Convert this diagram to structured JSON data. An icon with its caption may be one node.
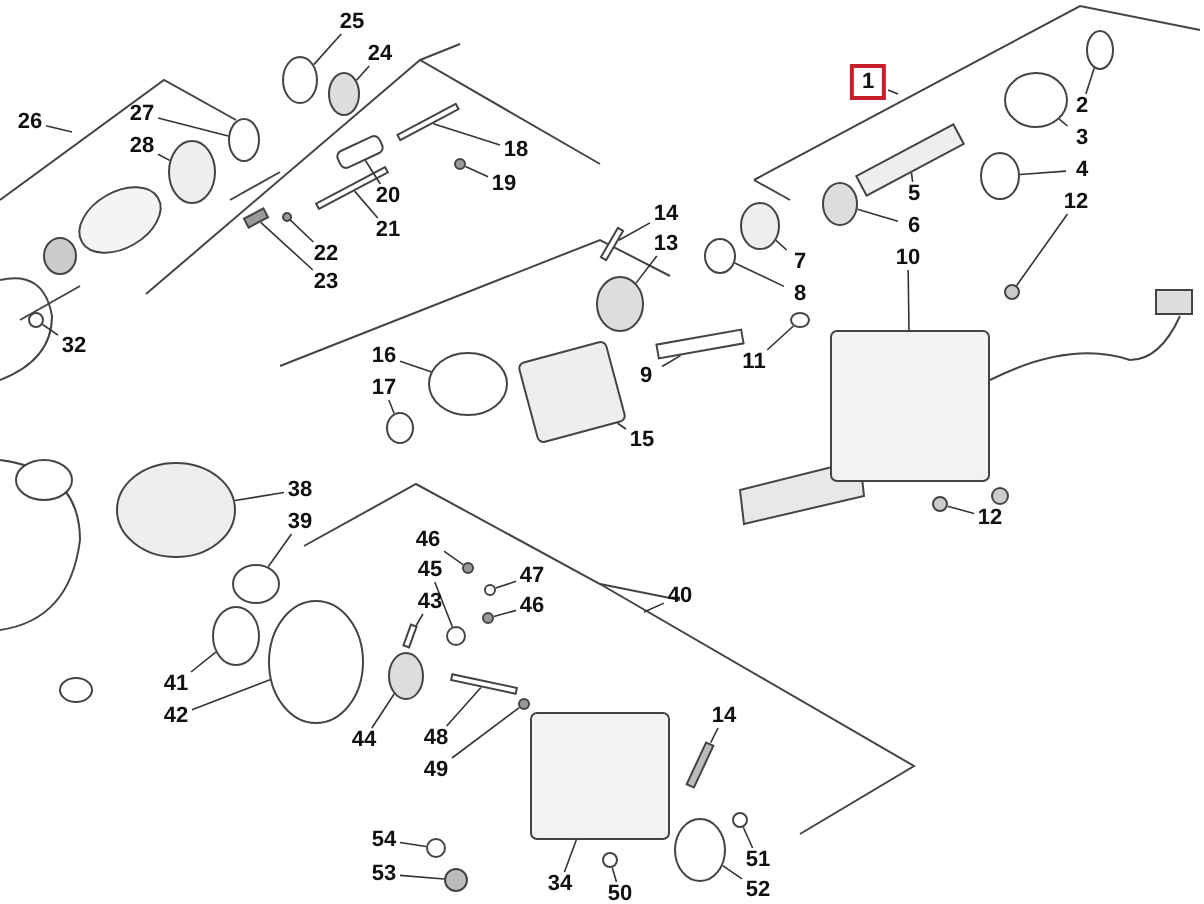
{
  "diagram": {
    "nodes": [
      {
        "text": [
          "25"
        ]
      },
      {
        "text": [
          "24"
        ]
      },
      {
        "text": [
          "27"
        ]
      },
      {
        "text": [
          "28"
        ]
      },
      {
        "text": [
          "26"
        ]
      },
      {
        "text": [
          "18"
        ]
      },
      {
        "text": [
          "19"
        ]
      },
      {
        "text": [
          "20"
        ]
      },
      {
        "text": [
          "21"
        ]
      },
      {
        "text": [
          "22"
        ]
      },
      {
        "text": [
          "23"
        ]
      },
      {
        "text": [
          "32"
        ]
      },
      {
        "text": [
          "1"
        ]
      },
      {
        "text": [
          "2"
        ]
      },
      {
        "text": [
          "3"
        ]
      },
      {
        "text": [
          "4"
        ]
      },
      {
        "text": [
          "5"
        ]
      },
      {
        "text": [
          "6"
        ]
      },
      {
        "text": [
          "7"
        ]
      },
      {
        "text": [
          "8"
        ]
      },
      {
        "text": [
          "14"
        ]
      },
      {
        "text": [
          "13"
        ]
      },
      {
        "text": [
          "12"
        ]
      },
      {
        "text": [
          "10"
        ]
      },
      {
        "text": [
          "9"
        ]
      },
      {
        "text": [
          "11"
        ]
      },
      {
        "text": [
          "15"
        ]
      },
      {
        "text": [
          "16"
        ]
      },
      {
        "text": [
          "17"
        ]
      },
      {
        "text": [
          "12"
        ]
      },
      {
        "text": [
          "38"
        ]
      },
      {
        "text": [
          "39"
        ]
      },
      {
        "text": [
          "40"
        ]
      },
      {
        "text": [
          "41"
        ]
      },
      {
        "text": [
          "42"
        ]
      },
      {
        "text": [
          "43"
        ]
      },
      {
        "text": [
          "45"
        ]
      },
      {
        "text": [
          "46"
        ]
      },
      {
        "text": [
          "47"
        ]
      },
      {
        "text": [
          "46"
        ]
      },
      {
        "text": [
          "44"
        ]
      },
      {
        "text": [
          "48"
        ]
      },
      {
        "text": [
          "49"
        ]
      },
      {
        "text": [
          "14"
        ]
      },
      {
        "text": [
          "51"
        ]
      },
      {
        "text": [
          "52"
        ]
      },
      {
        "text": [
          "50"
        ]
      },
      {
        "text": [
          "34"
        ]
      },
      {
        "text": [
          "54"
        ]
      },
      {
        "text": [
          "53"
        ]
      },
      {
        "text": [],
        "shape": "circle"
      },
      {
        "text": [],
        "shape": "circle"
      },
      {
        "text": [],
        "shape": "circle"
      },
      {
        "text": [],
        "shape": "circle"
      },
      {
        "text": [],
        "shape": "bar"
      },
      {
        "text": [],
        "shape": "circle"
      },
      {
        "text": [],
        "shape": "box"
      },
      {
        "text": [],
        "shape": "bar"
      },
      {
        "text": [],
        "shape": "circle"
      },
      {
        "text": [],
        "shape": "bar"
      },
      {
        "text": [],
        "shape": "circle"
      },
      {
        "text": [],
        "shape": "circle"
      },
      {
        "text": [],
        "shape": "circle"
      },
      {
        "text": [],
        "shape": "circle"
      },
      {
        "text": [],
        "shape": "bar"
      },
      {
        "text": [],
        "shape": "circle"
      },
      {
        "text": [],
        "shape": "circle"
      },
      {
        "text": [],
        "shape": "circle"
      },
      {
        "text": [],
        "shape": "bar"
      },
      {
        "text": [],
        "shape": "circle"
      },
      {
        "text": [],
        "shape": "circle"
      },
      {
        "text": [],
        "shape": "box"
      },
      {
        "text": [],
        "shape": "bar"
      },
      {
        "text": [],
        "shape": "circle"
      },
      {
        "text": [],
        "shape": "box"
      },
      {
        "text": [],
        "shape": "circle"
      },
      {
        "text": [],
        "shape": "circle"
      },
      {
        "text": [],
        "shape": "circle"
      },
      {
        "text": [],
        "shape": "circle"
      },
      {
        "text": [],
        "shape": "circle"
      },
      {
        "text": [],
        "shape": "circle"
      },
      {
        "text": [],
        "shape": "circle"
      },
      {
        "text": [],
        "shape": "bar"
      },
      {
        "text": [],
        "shape": "circle"
      },
      {
        "text": [],
        "shape": "circle"
      },
      {
        "text": [],
        "shape": "circle"
      },
      {
        "text": [],
        "shape": "circle"
      },
      {
        "text": [],
        "shape": "circle"
      },
      {
        "text": [],
        "shape": "bar"
      },
      {
        "text": [],
        "shape": "circle"
      },
      {
        "text": [],
        "shape": "bar"
      },
      {
        "text": [],
        "shape": "circle"
      },
      {
        "text": [],
        "shape": "circle"
      },
      {
        "text": [],
        "shape": "circle"
      },
      {
        "text": [],
        "shape": "box"
      },
      {
        "text": [],
        "shape": "circle"
      },
      {
        "text": [],
        "shape": "circle"
      }
    ],
    "edges": [
      {
        "from": 0,
        "to": 50,
        "arrow": "none"
      },
      {
        "from": 1,
        "to": 51,
        "arrow": "none"
      },
      {
        "from": 2,
        "to": 52,
        "arrow": "none"
      },
      {
        "from": 3,
        "to": 53,
        "arrow": "none"
      },
      {
        "from": 4,
        "to": null,
        "arrow": "none"
      },
      {
        "from": 5,
        "to": 54,
        "arrow": "none"
      },
      {
        "from": 6,
        "to": 55,
        "arrow": "none"
      },
      {
        "from": 7,
        "to": 56,
        "arrow": "none"
      },
      {
        "from": 8,
        "to": 57,
        "arrow": "none"
      },
      {
        "from": 9,
        "to": 58,
        "arrow": "none"
      },
      {
        "from": 10,
        "to": 59,
        "arrow": "none"
      },
      {
        "from": 11,
        "to": 60,
        "arrow": "none"
      },
      {
        "from": 12,
        "to": null,
        "arrow": "none"
      },
      {
        "from": 13,
        "to": 61,
        "arrow": "none"
      },
      {
        "from": 14,
        "to": 62,
        "arrow": "none"
      },
      {
        "from": 15,
        "to": 63,
        "arrow": "none"
      },
      {
        "from": 16,
        "to": 64,
        "arrow": "none"
      },
      {
        "from": 17,
        "to": 65,
        "arrow": "none"
      },
      {
        "from": 18,
        "to": 66,
        "arrow": "none"
      },
      {
        "from": 19,
        "to": 67,
        "arrow": "none"
      },
      {
        "from": 20,
        "to": 68,
        "arrow": "none"
      },
      {
        "from": 21,
        "to": 69,
        "arrow": "none"
      },
      {
        "from": 22,
        "to": 70,
        "arrow": "none"
      },
      {
        "from": 23,
        "to": 71,
        "arrow": "none"
      },
      {
        "from": 24,
        "to": 72,
        "arrow": "none"
      },
      {
        "from": 25,
        "to": 73,
        "arrow": "none"
      },
      {
        "from": 26,
        "to": 74,
        "arrow": "none"
      },
      {
        "from": 27,
        "to": 75,
        "arrow": "none"
      },
      {
        "from": 28,
        "to": 76,
        "arrow": "none"
      },
      {
        "from": 29,
        "to": 77,
        "arrow": "none"
      },
      {
        "from": 30,
        "to": 78,
        "arrow": "none"
      },
      {
        "from": 31,
        "to": 79,
        "arrow": "none"
      },
      {
        "from": 32,
        "to": null,
        "arrow": "none"
      },
      {
        "from": 33,
        "to": 80,
        "arrow": "none"
      },
      {
        "from": 34,
        "to": 81,
        "arrow": "none"
      },
      {
        "from": 35,
        "to": 82,
        "arrow": "none"
      },
      {
        "from": 36,
        "to": 83,
        "arrow": "none"
      },
      {
        "from": 37,
        "to": 84,
        "arrow": "none"
      },
      {
        "from": 38,
        "to": 85,
        "arrow": "none"
      },
      {
        "from": 39,
        "to": 86,
        "arrow": "none"
      },
      {
        "from": 40,
        "to": 87,
        "arrow": "none"
      },
      {
        "from": 41,
        "to": 88,
        "arrow": "none"
      },
      {
        "from": 42,
        "to": 89,
        "arrow": "none"
      },
      {
        "from": 43,
        "to": 90,
        "arrow": "none"
      },
      {
        "from": 44,
        "to": 91,
        "arrow": "none"
      },
      {
        "from": 45,
        "to": 92,
        "arrow": "none"
      },
      {
        "from": 46,
        "to": 93,
        "arrow": "none"
      },
      {
        "from": 47,
        "to": 94,
        "arrow": "none"
      },
      {
        "from": 48,
        "to": 95,
        "arrow": "none"
      },
      {
        "from": 49,
        "to": 96,
        "arrow": "none"
      }
    ]
  }
}
